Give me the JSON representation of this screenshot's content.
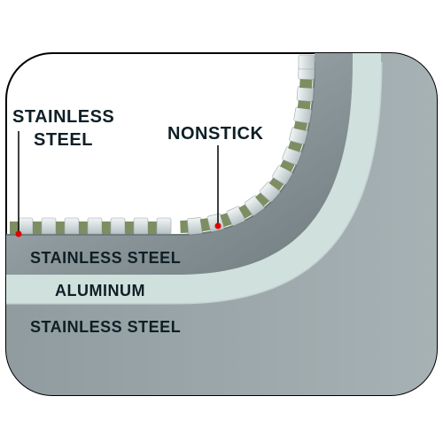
{
  "callouts": {
    "stainless_line1": "STAINLESS",
    "stainless_line2": "STEEL",
    "nonstick": "NONSTICK"
  },
  "layers": {
    "top": "STAINLESS STEEL",
    "middle": "ALUMINUM",
    "bottom": "STAINLESS STEEL"
  },
  "colors": {
    "frame": "#000000",
    "background": "#ffffff",
    "steel_dark": "#7f8c8f",
    "steel_light": "#c9d3d6",
    "aluminum": "#cfe0dd",
    "nonstick_green": "#7d8e62",
    "marker_red": "#e00000",
    "text": "#0f1f26"
  }
}
